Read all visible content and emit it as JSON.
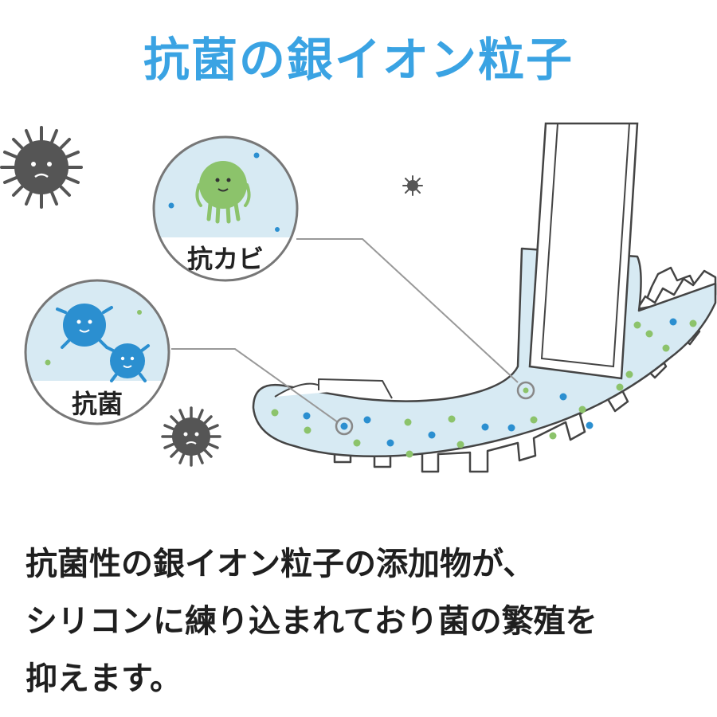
{
  "title": "抗菌の銀イオン粒子",
  "callouts": {
    "mold": {
      "label": "抗カビ",
      "icon": "green-mold-character-icon"
    },
    "bacteria": {
      "label": "抗菌",
      "icon": "blue-bacteria-character-icon"
    }
  },
  "description": {
    "lines": [
      "抗菌性の銀イオン粒子の添加物が、",
      "シリコンに練り込まれており菌の繁殖を",
      "抑えます。"
    ]
  },
  "colors": {
    "title": "#3aa3e3",
    "silicone": "#d7eaf3",
    "ion_blue": "#2b8fd0",
    "ion_green": "#8cc36b",
    "germ": "#555555",
    "text": "#1f1f1f"
  }
}
